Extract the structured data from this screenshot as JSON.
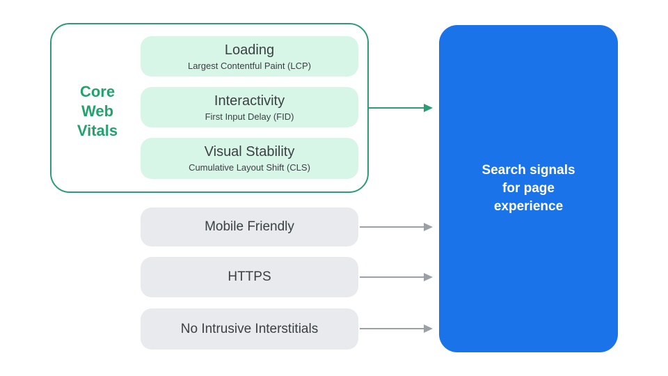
{
  "diagram": {
    "core_web_vitals": {
      "heading": "Core\nWeb\nVitals",
      "items": [
        {
          "title": "Loading",
          "subtitle": "Largest Contentful Paint (LCP)"
        },
        {
          "title": "Interactivity",
          "subtitle": "First Input Delay (FID)"
        },
        {
          "title": "Visual Stability",
          "subtitle": "Cumulative Layout Shift (CLS)"
        }
      ]
    },
    "other_signals": [
      {
        "label": "Mobile Friendly"
      },
      {
        "label": "HTTPS"
      },
      {
        "label": "No Intrusive Interstitials"
      }
    ],
    "result_box": {
      "label": "Search signals\nfor page\nexperience"
    },
    "colors": {
      "green_accent": "#23a26d",
      "green_border": "#2a9d74",
      "mint_fill": "#d7f6e8",
      "gray_fill": "#e8eaed",
      "blue_fill": "#1a73e8",
      "text_dark": "#3c4043",
      "arrow_gray": "#9aa0a6",
      "text_white": "#ffffff"
    }
  }
}
